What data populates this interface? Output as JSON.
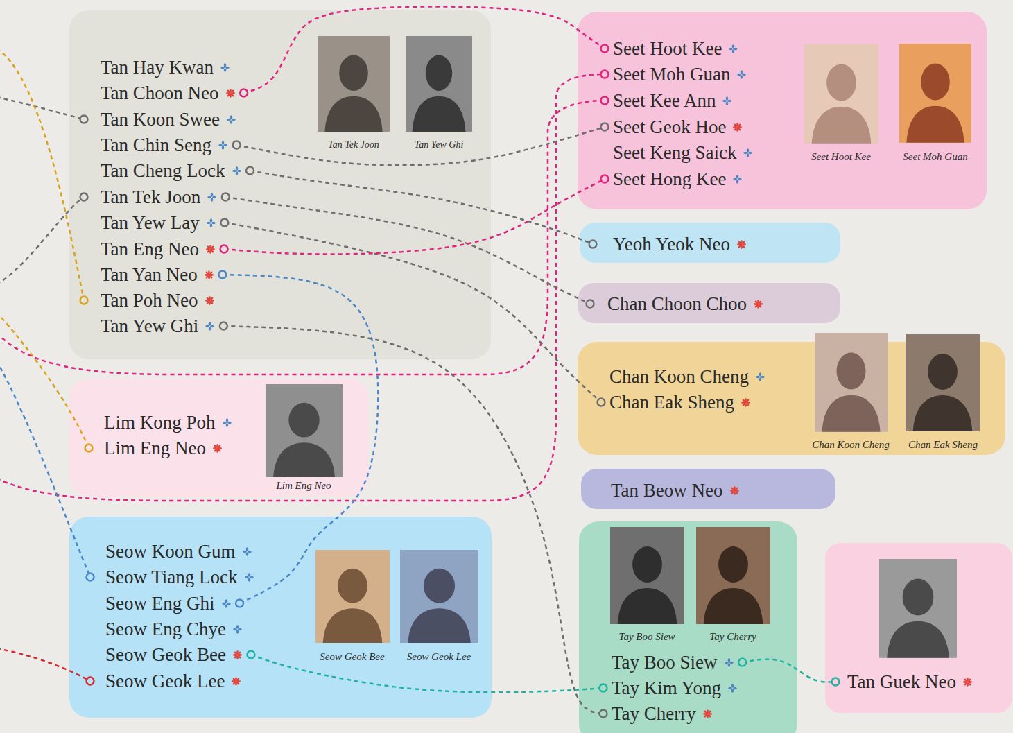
{
  "diagram": {
    "nodes": [
      {
        "text": [
          "Tan Tek Joon",
          "Tan Yew Ghi"
        ]
      },
      {
        "text": [
          "Tan Hay Kwan"
        ],
        "in": 0
      },
      {
        "text": [
          "Tan Choon Neo"
        ],
        "in": 0
      },
      {
        "text": [
          "Tan Koon Swee"
        ],
        "in": 0
      },
      {
        "text": [
          "Tan Chin Seng"
        ],
        "in": 0
      },
      {
        "text": [
          "Tan Cheng Lock"
        ],
        "in": 0
      },
      {
        "text": [
          "Tan Tek Joon"
        ],
        "in": 0
      },
      {
        "text": [
          "Tan Yew Lay"
        ],
        "in": 0
      },
      {
        "text": [
          "Tan Eng Neo"
        ],
        "in": 0
      },
      {
        "text": [
          "Tan Yan Neo"
        ],
        "in": 0
      },
      {
        "text": [
          "Tan Poh Neo"
        ],
        "in": 0
      },
      {
        "text": [
          "Tan Yew Ghi"
        ],
        "in": 0
      },
      {
        "text": [
          "Seet Hoot Kee",
          "Seet Moh Guan"
        ]
      },
      {
        "text": [
          "Seet Hoot Kee"
        ],
        "in": 12
      },
      {
        "text": [
          "Seet Moh Guan"
        ],
        "in": 12
      },
      {
        "text": [
          "Seet Kee Ann"
        ],
        "in": 12
      },
      {
        "text": [
          "Seet Geok Hoe"
        ],
        "in": 12
      },
      {
        "text": [
          "Seet Keng Saick"
        ],
        "in": 12
      },
      {
        "text": [
          "Seet Hong Kee"
        ],
        "in": 12
      },
      {
        "text": [
          "Yeoh Yeok Neo"
        ]
      },
      {
        "text": [
          "Chan Choon Choo"
        ]
      },
      {
        "text": [
          "Chan Koon Cheng",
          "Chan Eak Sheng"
        ]
      },
      {
        "text": [
          "Chan Koon Cheng"
        ],
        "in": 21
      },
      {
        "text": [
          "Chan Eak Sheng"
        ],
        "in": 21
      },
      {
        "text": [
          "Lim Eng Neo"
        ]
      },
      {
        "text": [
          "Lim Kong Poh"
        ],
        "in": 24
      },
      {
        "text": [
          "Lim Eng Neo"
        ],
        "in": 24
      },
      {
        "text": [
          "Tan Beow Neo"
        ]
      },
      {
        "text": [
          "Seow Geok Bee",
          "Seow Geok Lee"
        ]
      },
      {
        "text": [
          "Seow Koon Gum"
        ],
        "in": 28
      },
      {
        "text": [
          "Seow Tiang Lock"
        ],
        "in": 28
      },
      {
        "text": [
          "Seow Eng Ghi"
        ],
        "in": 28
      },
      {
        "text": [
          "Seow Eng Chye"
        ],
        "in": 28
      },
      {
        "text": [
          "Seow Geok Bee"
        ],
        "in": 28
      },
      {
        "text": [
          "Seow Geok Lee"
        ],
        "in": 28
      },
      {
        "text": [
          "Tay Boo Siew",
          "Tay Cherry"
        ]
      },
      {
        "text": [
          "Tay Boo Siew"
        ],
        "in": 35
      },
      {
        "text": [
          "Tay Kim Yong"
        ],
        "in": 35
      },
      {
        "text": [
          "Tay Cherry"
        ],
        "in": 35
      },
      {
        "text": [
          "Tan Guek Neo"
        ]
      }
    ],
    "edges": [
      {
        "from": 2,
        "to": 13,
        "arrow": "none"
      },
      {
        "from": 4,
        "to": 16,
        "arrow": "none"
      },
      {
        "from": 5,
        "to": 19,
        "arrow": "none"
      },
      {
        "from": 6,
        "to": 20,
        "arrow": "none"
      },
      {
        "from": 7,
        "to": 23,
        "arrow": "none"
      },
      {
        "from": 8,
        "to": 18,
        "arrow": "none"
      },
      {
        "from": 9,
        "to": 31,
        "arrow": "none"
      },
      {
        "from": 11,
        "to": 38,
        "arrow": "none"
      },
      {
        "from": 33,
        "to": 37,
        "arrow": "none"
      },
      {
        "from": 36,
        "to": 39,
        "arrow": "none"
      }
    ]
  }
}
